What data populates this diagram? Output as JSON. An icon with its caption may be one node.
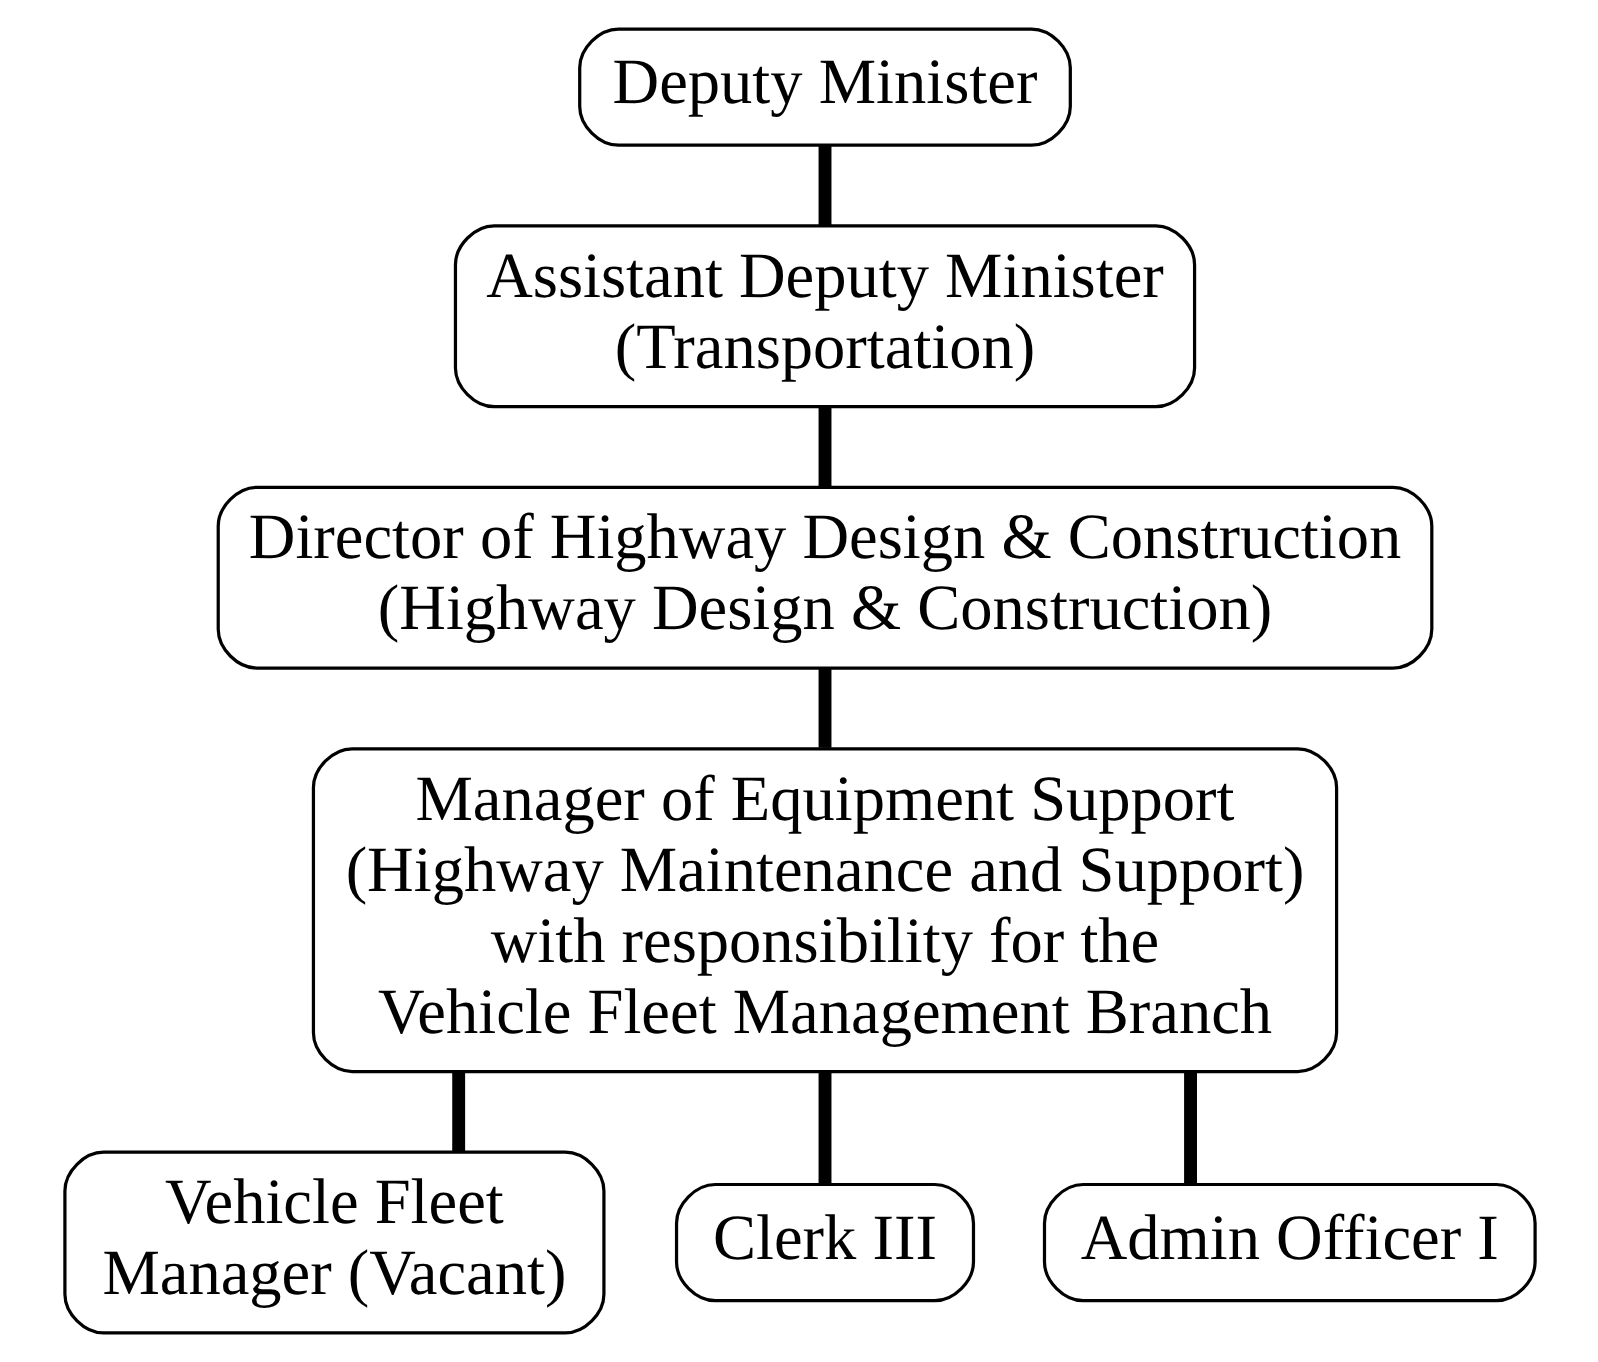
{
  "diagram": {
    "nodes": [
      {
        "text": [
          "Deputy Minister"
        ]
      },
      {
        "text": [
          "Assistant Deputy Minister (Transportation)"
        ]
      },
      {
        "text": [
          "Director of Highway Design & Construction (Highway Design & Construction)"
        ]
      },
      {
        "text": [
          "Manager of Equipment Support (Highway Maintenance and Support) with responsibility for the Vehicle Fleet Management Branch"
        ]
      },
      {
        "text": [
          "Vehicle Fleet Manager (Vacant)"
        ]
      },
      {
        "text": [
          "Clerk III"
        ]
      },
      {
        "text": [
          "Admin Officer I"
        ]
      }
    ],
    "edges": [
      {
        "from": 0,
        "to": 1,
        "arrow": "none"
      },
      {
        "from": 1,
        "to": 2,
        "arrow": "none"
      },
      {
        "from": 2,
        "to": 3,
        "arrow": "none"
      },
      {
        "from": 3,
        "to": 4,
        "arrow": "none"
      },
      {
        "from": 3,
        "to": 5,
        "arrow": "none"
      },
      {
        "from": 3,
        "to": 6,
        "arrow": "none"
      }
    ]
  }
}
